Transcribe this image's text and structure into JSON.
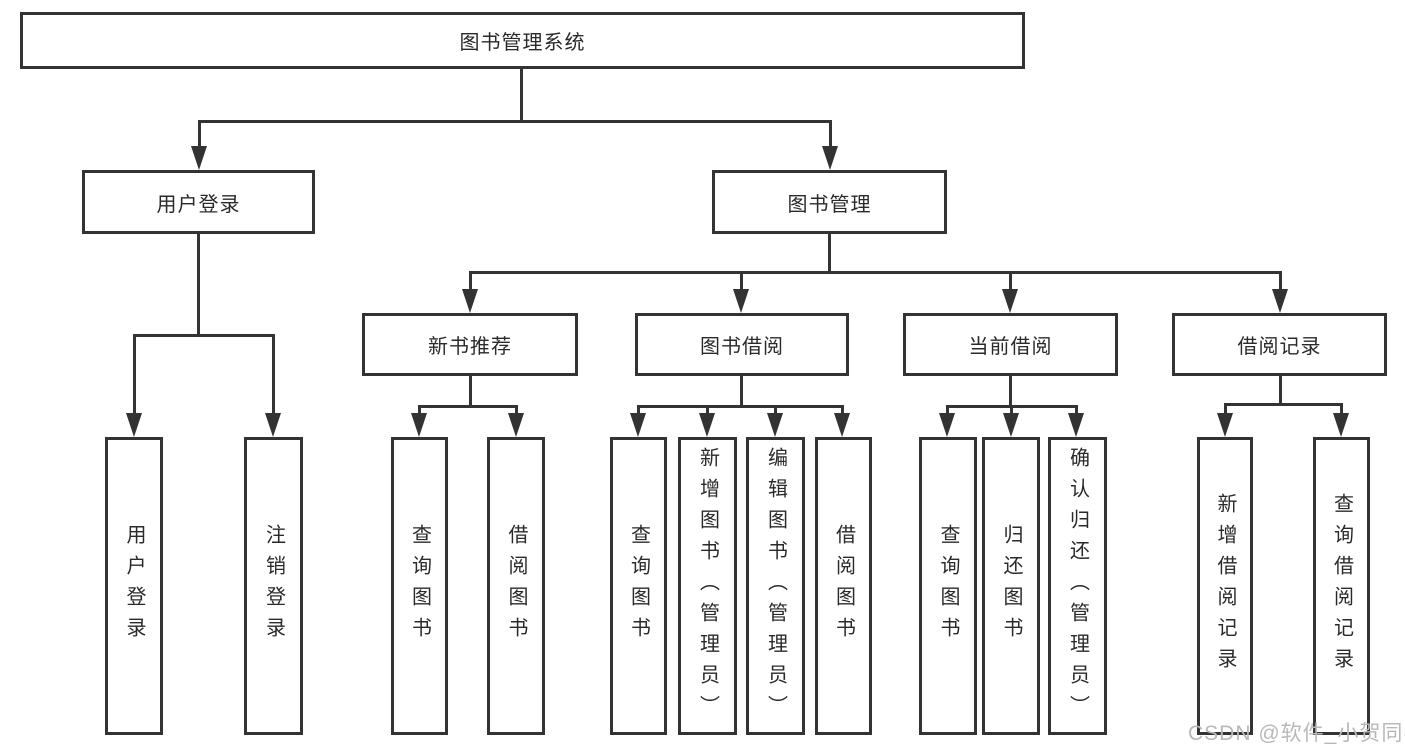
{
  "diagram": {
    "line_color": "#333333",
    "text_color": "#2a2a2a",
    "background": "#ffffff",
    "tree": {
      "root": {
        "label": "图书管理系统",
        "children": [
          {
            "label": "用户登录",
            "children": [
              {
                "label": "用户登录"
              },
              {
                "label": "注销登录"
              }
            ]
          },
          {
            "label": "图书管理",
            "children": [
              {
                "label": "新书推荐",
                "children": [
                  {
                    "label": "查询图书"
                  },
                  {
                    "label": "借阅图书"
                  }
                ]
              },
              {
                "label": "图书借阅",
                "children": [
                  {
                    "label": "查询图书"
                  },
                  {
                    "label": "新增图书（管理员）"
                  },
                  {
                    "label": "编辑图书（管理员）"
                  },
                  {
                    "label": "借阅图书"
                  }
                ]
              },
              {
                "label": "当前借阅",
                "children": [
                  {
                    "label": "查询图书"
                  },
                  {
                    "label": "归还图书"
                  },
                  {
                    "label": "确认归还（管理员）"
                  }
                ]
              },
              {
                "label": "借阅记录",
                "children": [
                  {
                    "label": "新增借阅记录"
                  },
                  {
                    "label": "查询借阅记录"
                  }
                ]
              }
            ]
          }
        ]
      }
    },
    "watermark": {
      "text": "CSDN @软件_小贺同学",
      "color": "#b8b8b8"
    }
  }
}
